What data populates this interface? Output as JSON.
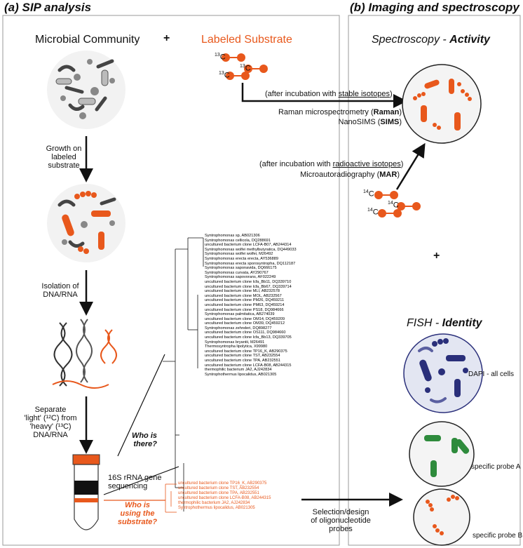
{
  "panel_a": {
    "title": "(a) SIP analysis",
    "community": "Microbial Community",
    "plus": "+",
    "substrate": "Labeled Substrate",
    "growth": [
      "Growth on",
      "labeled",
      "substrate"
    ],
    "isolation": [
      "Isolation of",
      "DNA/RNA"
    ],
    "separate": [
      "Separate",
      "'light' (¹²C) from",
      "'heavy' (¹³C)",
      "DNA/RNA"
    ],
    "who_there": [
      "Who is",
      "there?"
    ],
    "seq": [
      "16S rRNA gene",
      "sequencing"
    ],
    "who_using": [
      "Who is",
      "using the",
      "substrate?"
    ],
    "selection": [
      "Selection/design",
      "of oligonucleotide",
      "probes"
    ]
  },
  "panel_b": {
    "title": "(b) Imaging and spectroscopy",
    "spectroscopy": "Spectroscopy - ",
    "activity": "Activity",
    "stable_note_pre": "(after incubation with ",
    "stable_note_u": "stable isotopes",
    "stable_note_post": ")",
    "raman_pre": "Raman microspectrometry (",
    "raman_b": "Raman",
    "raman_post": ")",
    "sims_pre": "NanoSIMS (",
    "sims_b": "SIMS",
    "sims_post": ")",
    "radio_note_pre": "(after incubation with ",
    "radio_note_u": "radioactive isotopes",
    "radio_note_post": ")",
    "mar_pre": "Microautoradiography (",
    "mar_b": "MAR",
    "mar_post": ")",
    "plus": "+",
    "fish": "FISH - ",
    "identity": "Identity",
    "dapi": "DAPI - all cells",
    "probe_a": "specific probe A",
    "probe_b": "specific probe B"
  },
  "isotopes": {
    "c13": "13",
    "c14": "14",
    "c": "C"
  },
  "tree_labels": [
    "Syntrophomonas sp, AB021306",
    "Syntrophomonas cellicola, DQ288691",
    "uncultured bacterium clone LCFA-B07, AB244314",
    "Syntrophomonas wolfei methylbutyratica, DQ449033",
    "Syntrophomonas wolfei wolfei, M26492",
    "Syntrophomonas erecta erecta, AY536889",
    "Syntrophomonas erecta sporosyntropha, DQ112187",
    "Syntrophomonas saponavida, DQ666175",
    "Syntrophomonas curvata, AY290767",
    "Syntrophomonas sapovorans, AF022249",
    "uncultured bacterium clone lcfa_Bb11, DQ339710",
    "uncultured bacterium clone lcfa_Bb67, DQ339714",
    "uncultured bacterium clone MLI, AB232578",
    "uncultured bacterium clone MOL, AB232567",
    "uncultured bacterium clone PM26, DQ459211",
    "uncultured bacterium clone PM63, DQ459214",
    "uncultured bacterium clone PS18, DQ984666",
    "Syntrophomonas palmitatica, AB274039",
    "uncultured bacterium clone OM14, DQ459209",
    "uncultured bacterium clone OM39, DQ459212",
    "Syntrophomonas zehnderi, DQ898277",
    "uncultured bacterium clone OS111, DQ984660",
    "uncultured bacterium clone lcfa_Bb13, DQ339705",
    "Syntrophomonas bryantii, M26491",
    "Thermosyntropha lipolytica, X99980",
    "uncultured bacterium clone TP16_K, AB290375",
    "uncultured bacterium clone TST, AB232554",
    "uncultured bacterium clone TPA, AB232551",
    "uncultured bacterium clone LCFA-B08, AB244315",
    "thermophilic bacterium JA2, AJ242834",
    "Syntrophothermus lipocalidus, AB021305"
  ],
  "orange_tree_labels": [
    "uncultured bacterium clone TP16_K, AB290375",
    "uncultured bacterium clone TST, AB232554",
    "uncultured bacterium clone TPA, AB232551",
    "uncultured bacterium clone LCFA-B08, AB244315",
    "thermophilic bacterium JA2, AJ242834",
    "Syntrophothermus lipocalidus, AB021305"
  ],
  "colors": {
    "orange": "#e8581c",
    "navy": "#2a2f7a",
    "green": "#2e8b3c",
    "grey": "#777777"
  }
}
